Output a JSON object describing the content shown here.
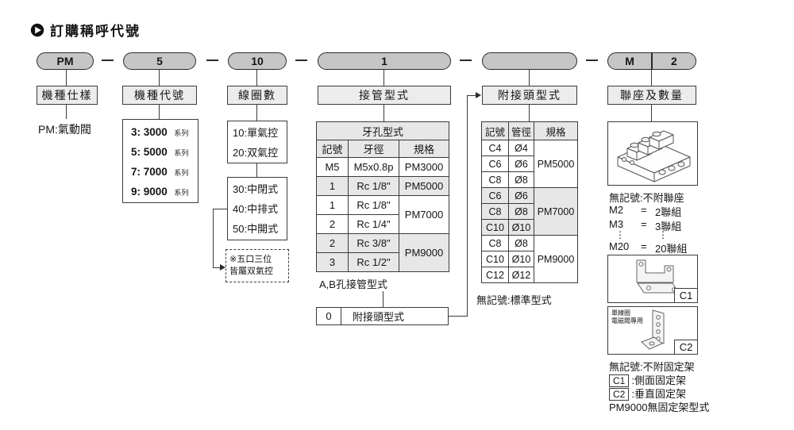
{
  "title": "訂購稱呼代號",
  "code_pills": {
    "model_prefix": "PM",
    "series": "5",
    "coil": "10",
    "piping": "1",
    "fitting": "",
    "manifold_code": "M",
    "manifold_qty": "2"
  },
  "column_headers": {
    "model_spec": "機種仕樣",
    "model_code": "機種代號",
    "coil_count": "線圈數",
    "piping_type": "接管型式",
    "fitting_type": "附接頭型式",
    "manifold_and_qty": "聯座及數量"
  },
  "model_spec_note": "PM:氣動閥",
  "model_code_list": [
    {
      "code": "3: 3000",
      "suffix": "系列"
    },
    {
      "code": "5: 5000",
      "suffix": "系列"
    },
    {
      "code": "7: 7000",
      "suffix": "系列"
    },
    {
      "code": "9: 9000",
      "suffix": "系列"
    }
  ],
  "coil_group1": [
    "10:單氣控",
    "20:双氣控"
  ],
  "coil_group2": [
    "30:中閉式",
    "40:中排式",
    "50:中開式"
  ],
  "coil_note": [
    "※五口三位",
    "皆屬双氣控"
  ],
  "thread_table": {
    "title": "牙孔型式",
    "headers": [
      "記號",
      "牙徑",
      "規格"
    ],
    "rows": [
      {
        "mark": "M5",
        "size": "M5x0.8p",
        "spec": "PM3000"
      },
      {
        "mark": "1",
        "size": "Rc 1/8\"",
        "spec": "PM5000"
      },
      {
        "mark": "1",
        "size": "Rc 1/8\"",
        "spec": "PM7000"
      },
      {
        "mark": "2",
        "size": "Rc 1/4\""
      },
      {
        "mark": "2",
        "size": "Rc 3/8\"",
        "spec": "PM9000"
      },
      {
        "mark": "3",
        "size": "Rc 1/2\""
      }
    ],
    "caption": "A,B孔接管型式"
  },
  "fitting_code_box": {
    "code": "0",
    "label": "附接頭型式"
  },
  "fitting_table": {
    "headers": [
      "記號",
      "管徑",
      "規格"
    ],
    "rows": [
      {
        "mark": "C4",
        "dia": "Ø4",
        "spec": "PM5000"
      },
      {
        "mark": "C6",
        "dia": "Ø6"
      },
      {
        "mark": "C8",
        "dia": "Ø8"
      },
      {
        "mark": "C6",
        "dia": "Ø6",
        "spec": "PM7000"
      },
      {
        "mark": "C8",
        "dia": "Ø8"
      },
      {
        "mark": "C10",
        "dia": "Ø10"
      },
      {
        "mark": "C8",
        "dia": "Ø8",
        "spec": "PM9000"
      },
      {
        "mark": "C10",
        "dia": "Ø10"
      },
      {
        "mark": "C12",
        "dia": "Ø12"
      }
    ],
    "note": "無記號:標準型式"
  },
  "manifold": {
    "no_mark_note": "無記號:不附聯座",
    "options": [
      {
        "code": "M2",
        "eq": "=",
        "value": "2聯組"
      },
      {
        "code": "M3",
        "eq": "=",
        "value": "3聯組"
      }
    ],
    "ellipsis": "⋮",
    "last_option": {
      "code": "M20",
      "eq": "=",
      "value": "20聯組"
    }
  },
  "brackets": {
    "c1_tag": "C1",
    "c2_tag": "C2",
    "c2_note": [
      "單線圈",
      "電磁閥專用"
    ],
    "no_mark_note": "無記號:不附固定架",
    "c1_desc": ":側面固定架",
    "c2_desc": ":垂直固定架",
    "bottom_note": "PM9000無固定架型式"
  },
  "colors": {
    "pill_fill": "#c6c6c6",
    "header_fill": "#ececec",
    "table_shade": "#e7e7e7",
    "line": "#3b3b3b"
  }
}
